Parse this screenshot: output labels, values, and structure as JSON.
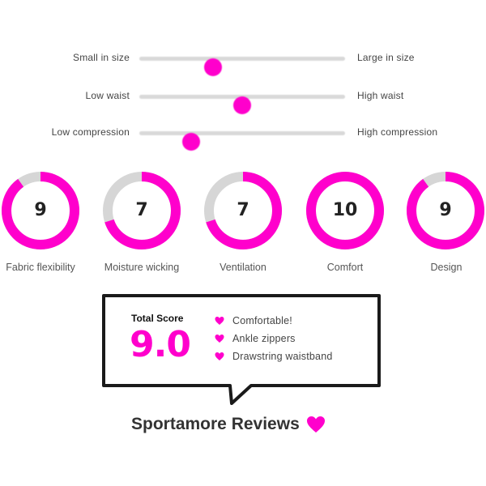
{
  "sliders": [
    {
      "left_label": "Small in size",
      "right_label": "Large in size",
      "value": 0.36
    },
    {
      "left_label": "Low waist",
      "right_label": "High waist",
      "value": 0.5
    },
    {
      "left_label": "Low compression",
      "right_label": "High compression",
      "value": 0.25
    }
  ],
  "ratings": [
    {
      "label": "Fabric flexibility",
      "value": "9",
      "score": 9
    },
    {
      "label": "Moisture wicking",
      "value": "7",
      "score": 7
    },
    {
      "label": "Ventilation",
      "value": "7",
      "score": 7
    },
    {
      "label": "Comfort",
      "value": "10",
      "score": 10
    },
    {
      "label": "Design",
      "value": "9",
      "score": 9
    }
  ],
  "rating_max": 10,
  "summary": {
    "total_label": "Total Score",
    "total_value": "9.0",
    "pros": [
      "Comfortable!",
      "Ankle zippers",
      "Drawstring waistband"
    ]
  },
  "brand": {
    "name": "Sportamore Reviews",
    "icon": "heart-icon"
  },
  "colors": {
    "accent": "#ff00cc",
    "track": "#d9d9d9",
    "ring_bg": "#d6d6d6",
    "text": "#333333"
  }
}
